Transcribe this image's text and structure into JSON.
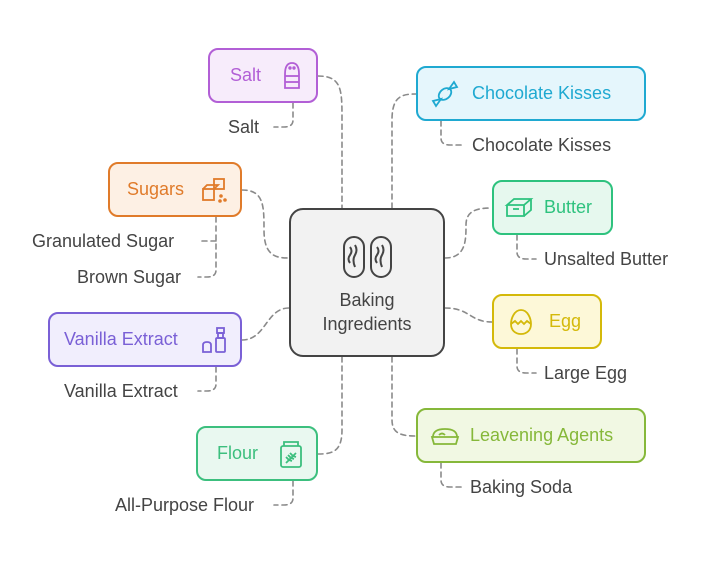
{
  "center": {
    "line1": "Baking",
    "line2": "Ingredients",
    "icon": "bread-loaves-icon",
    "color": "#444444"
  },
  "categories": [
    {
      "id": "salt",
      "label": "Salt",
      "icon": "salt-shaker-icon",
      "color": "#b25fd6",
      "fill": "#f7ecfb",
      "items": [
        "Salt"
      ]
    },
    {
      "id": "sugars",
      "label": "Sugars",
      "icon": "sugar-cubes-icon",
      "color": "#e07b2a",
      "fill": "#fdf0e4",
      "items": [
        "Granulated Sugar",
        "Brown Sugar"
      ]
    },
    {
      "id": "vanilla",
      "label": "Vanilla Extract",
      "icon": "vanilla-bottle-icon",
      "color": "#7a60d6",
      "fill": "#f1eefd",
      "items": [
        "Vanilla Extract"
      ]
    },
    {
      "id": "flour",
      "label": "Flour",
      "icon": "flour-bag-icon",
      "color": "#3cbf7e",
      "fill": "#e9f8f0",
      "items": [
        "All-Purpose Flour"
      ]
    },
    {
      "id": "chocolate",
      "label": "Chocolate Kisses",
      "icon": "candy-icon",
      "color": "#1fa9d1",
      "fill": "#e5f6fc",
      "items": [
        "Chocolate Kisses"
      ]
    },
    {
      "id": "butter",
      "label": "Butter",
      "icon": "butter-icon",
      "color": "#2ec27e",
      "fill": "#e6f8ee",
      "items": [
        "Unsalted Butter"
      ]
    },
    {
      "id": "egg",
      "label": "Egg",
      "icon": "egg-icon",
      "color": "#d4b90a",
      "fill": "#fdf8d8",
      "items": [
        "Large Egg"
      ]
    },
    {
      "id": "leavening",
      "label": "Leavening Agents",
      "icon": "baking-dish-icon",
      "color": "#86b83a",
      "fill": "#f1f8e3",
      "items": [
        "Baking Soda"
      ]
    }
  ]
}
